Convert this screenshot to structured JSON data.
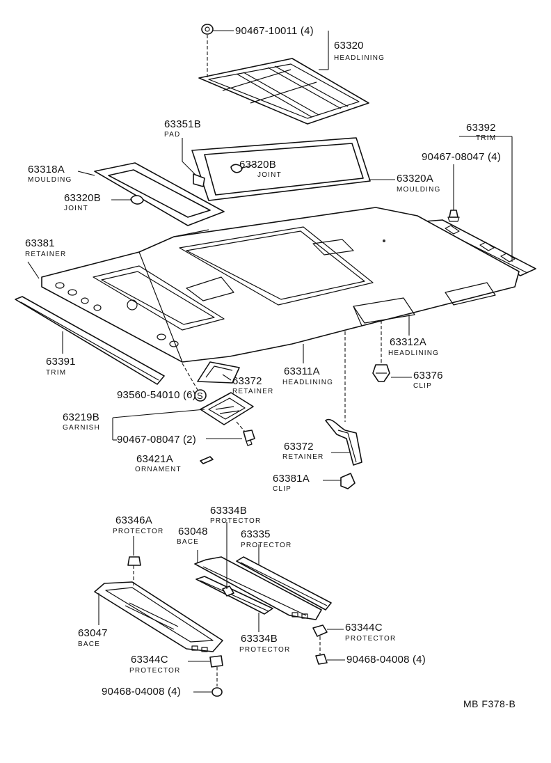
{
  "diagram": {
    "labels": {
      "l90467_10011": "90467-10011 (4)",
      "l63320": "63320",
      "l63320_name": "HEADLINING",
      "l63351B": "63351B",
      "l63351B_name": "PAD",
      "l63392": "63392",
      "l63392_name": "TRIM",
      "l90467_08047a": "90467-08047 (4)",
      "l63318A": "63318A",
      "l63318A_name": "MOULDING",
      "l63320B_1": "63320B",
      "l63320B_1_name": "JOINT",
      "l63320B_2": "63320B",
      "l63320B_2_name": "JOINT",
      "l63320A": "63320A",
      "l63320A_name": "MOULDING",
      "l63381": "63381",
      "l63381_name": "RETAINER",
      "l63312A": "63312A",
      "l63312A_name": "HEADLINING",
      "l63391": "63391",
      "l63391_name": "TRIM",
      "l63311A": "63311A",
      "l63311A_name": "HEADLINING",
      "l63376": "63376",
      "l63376_name": "CLIP",
      "l63372_1": "63372",
      "l63372_1_name": "RETAINER",
      "l93560": "93560-54010 (6)",
      "l63219B": "63219B",
      "l63219B_name": "GARNISH",
      "l90467_08047b": "90467-08047 (2)",
      "l63421A": "63421A",
      "l63421A_name": "ORNAMENT",
      "l63372_2": "63372",
      "l63372_2_name": "RETAINER",
      "l63381A": "63381A",
      "l63381A_name": "CLIP",
      "l63334B_1": "63334B",
      "l63334B_1_name": "PROTECTOR",
      "l63346A": "63346A",
      "l63346A_name": "PROTECTOR",
      "l63048": "63048",
      "l63048_name": "BACE",
      "l63335": "63335",
      "l63335_name": "PROTECTOR",
      "l63047": "63047",
      "l63047_name": "BACE",
      "l63334B_2": "63334B",
      "l63334B_2_name": "PROTECTOR",
      "l63344C_1": "63344C",
      "l63344C_1_name": "PROTECTOR",
      "l90468_a": "90468-04008 (4)",
      "l63344C_2": "63344C",
      "l63344C_2_name": "PROTECTOR",
      "l90468_b": "90468-04008 (4)",
      "s_mark": "S",
      "ref_code": "MB  F378-B"
    }
  }
}
